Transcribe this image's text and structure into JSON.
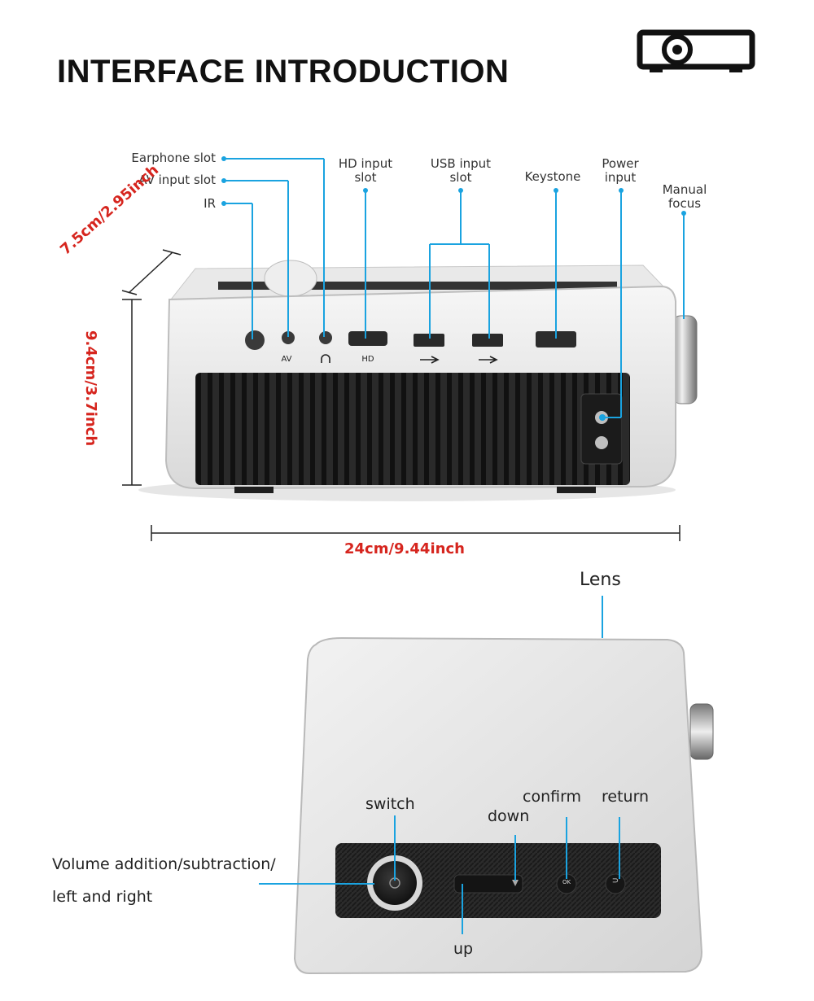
{
  "title": "INTERFACE INTRODUCTION",
  "icons": {
    "header": "projector-icon"
  },
  "colors": {
    "accent": "#1aa3e0",
    "dimension": "#d6251e"
  },
  "back_view": {
    "labels": {
      "earphone": "Earphone slot",
      "av_input": "AV input slot",
      "ir": "IR",
      "hd_input": "HD input slot",
      "usb_input": "USB input slot",
      "keystone": "Keystone",
      "power_input": "Power input",
      "manual_focus": "Manual focus"
    },
    "port_marks": {
      "av": "AV",
      "hd": "HD"
    },
    "dimensions": {
      "depth": "7.5cm/2.95inch",
      "height": "9.4cm/3.7inch",
      "width": "24cm/9.44inch"
    }
  },
  "top_view": {
    "labels": {
      "lens": "Lens",
      "switch": "switch",
      "confirm": "confirm",
      "down": "down",
      "return": "return",
      "up": "up",
      "volume_line1": "Volume addition/subtraction/",
      "volume_line2": "left and right"
    },
    "button_marks": {
      "ok": "OK",
      "return_glyph": "⊃"
    }
  }
}
